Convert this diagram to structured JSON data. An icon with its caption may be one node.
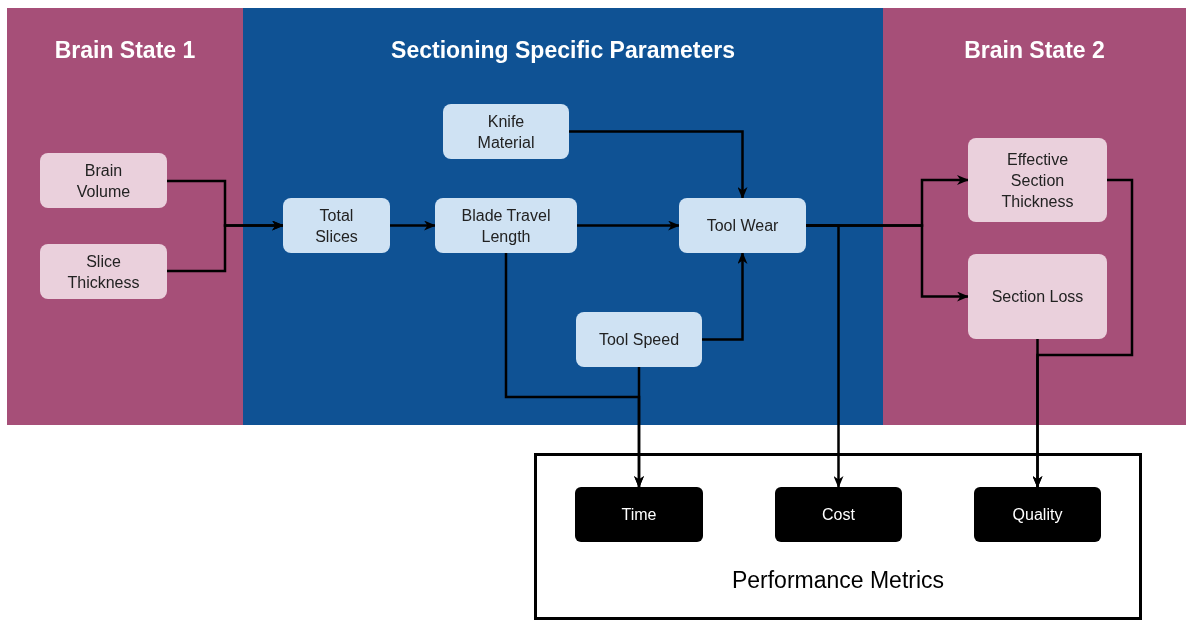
{
  "diagram": {
    "nodes": [
      {
        "text": [
          "Brain State 1"
        ]
      },
      {
        "text": [
          "Sectioning Specific Parameters"
        ]
      },
      {
        "text": [
          "Brain State 2"
        ]
      },
      {
        "text": [
          "Brain Volume"
        ],
        "in": 0
      },
      {
        "text": [
          "Slice Thickness"
        ],
        "in": 0
      },
      {
        "text": [
          "Total Slices"
        ],
        "in": 1
      },
      {
        "text": [
          "Knife Material"
        ],
        "in": 1
      },
      {
        "text": [
          "Blade Travel Length"
        ],
        "in": 1
      },
      {
        "text": [
          "Tool Wear"
        ],
        "in": 1
      },
      {
        "text": [
          "Tool Speed"
        ],
        "in": 1
      },
      {
        "text": [
          "Effective Section Thickness"
        ],
        "in": 2
      },
      {
        "text": [
          "Section Loss"
        ],
        "in": 2
      },
      {
        "text": [
          "Performance Metrics"
        ]
      },
      {
        "text": [
          "Time"
        ],
        "in": 12
      },
      {
        "text": [
          "Cost"
        ],
        "in": 12
      },
      {
        "text": [
          "Quality"
        ],
        "in": 12
      }
    ],
    "edges": [
      {
        "from": 3,
        "to": 5,
        "arrow": "to"
      },
      {
        "from": 4,
        "to": 5,
        "arrow": "to"
      },
      {
        "from": 5,
        "to": 7,
        "arrow": "to"
      },
      {
        "from": 7,
        "to": 8,
        "arrow": "to"
      },
      {
        "from": 6,
        "to": 8,
        "arrow": "to"
      },
      {
        "from": 9,
        "to": 8,
        "arrow": "to"
      },
      {
        "from": 8,
        "to": 10,
        "arrow": "to"
      },
      {
        "from": 8,
        "to": 11,
        "arrow": "to"
      },
      {
        "from": 8,
        "to": 14,
        "arrow": "to"
      },
      {
        "from": 7,
        "to": 13,
        "arrow": "to"
      },
      {
        "from": 9,
        "to": 13,
        "arrow": "to"
      },
      {
        "from": 10,
        "to": 15,
        "arrow": "to"
      },
      {
        "from": 11,
        "to": 15,
        "arrow": "to"
      }
    ]
  }
}
